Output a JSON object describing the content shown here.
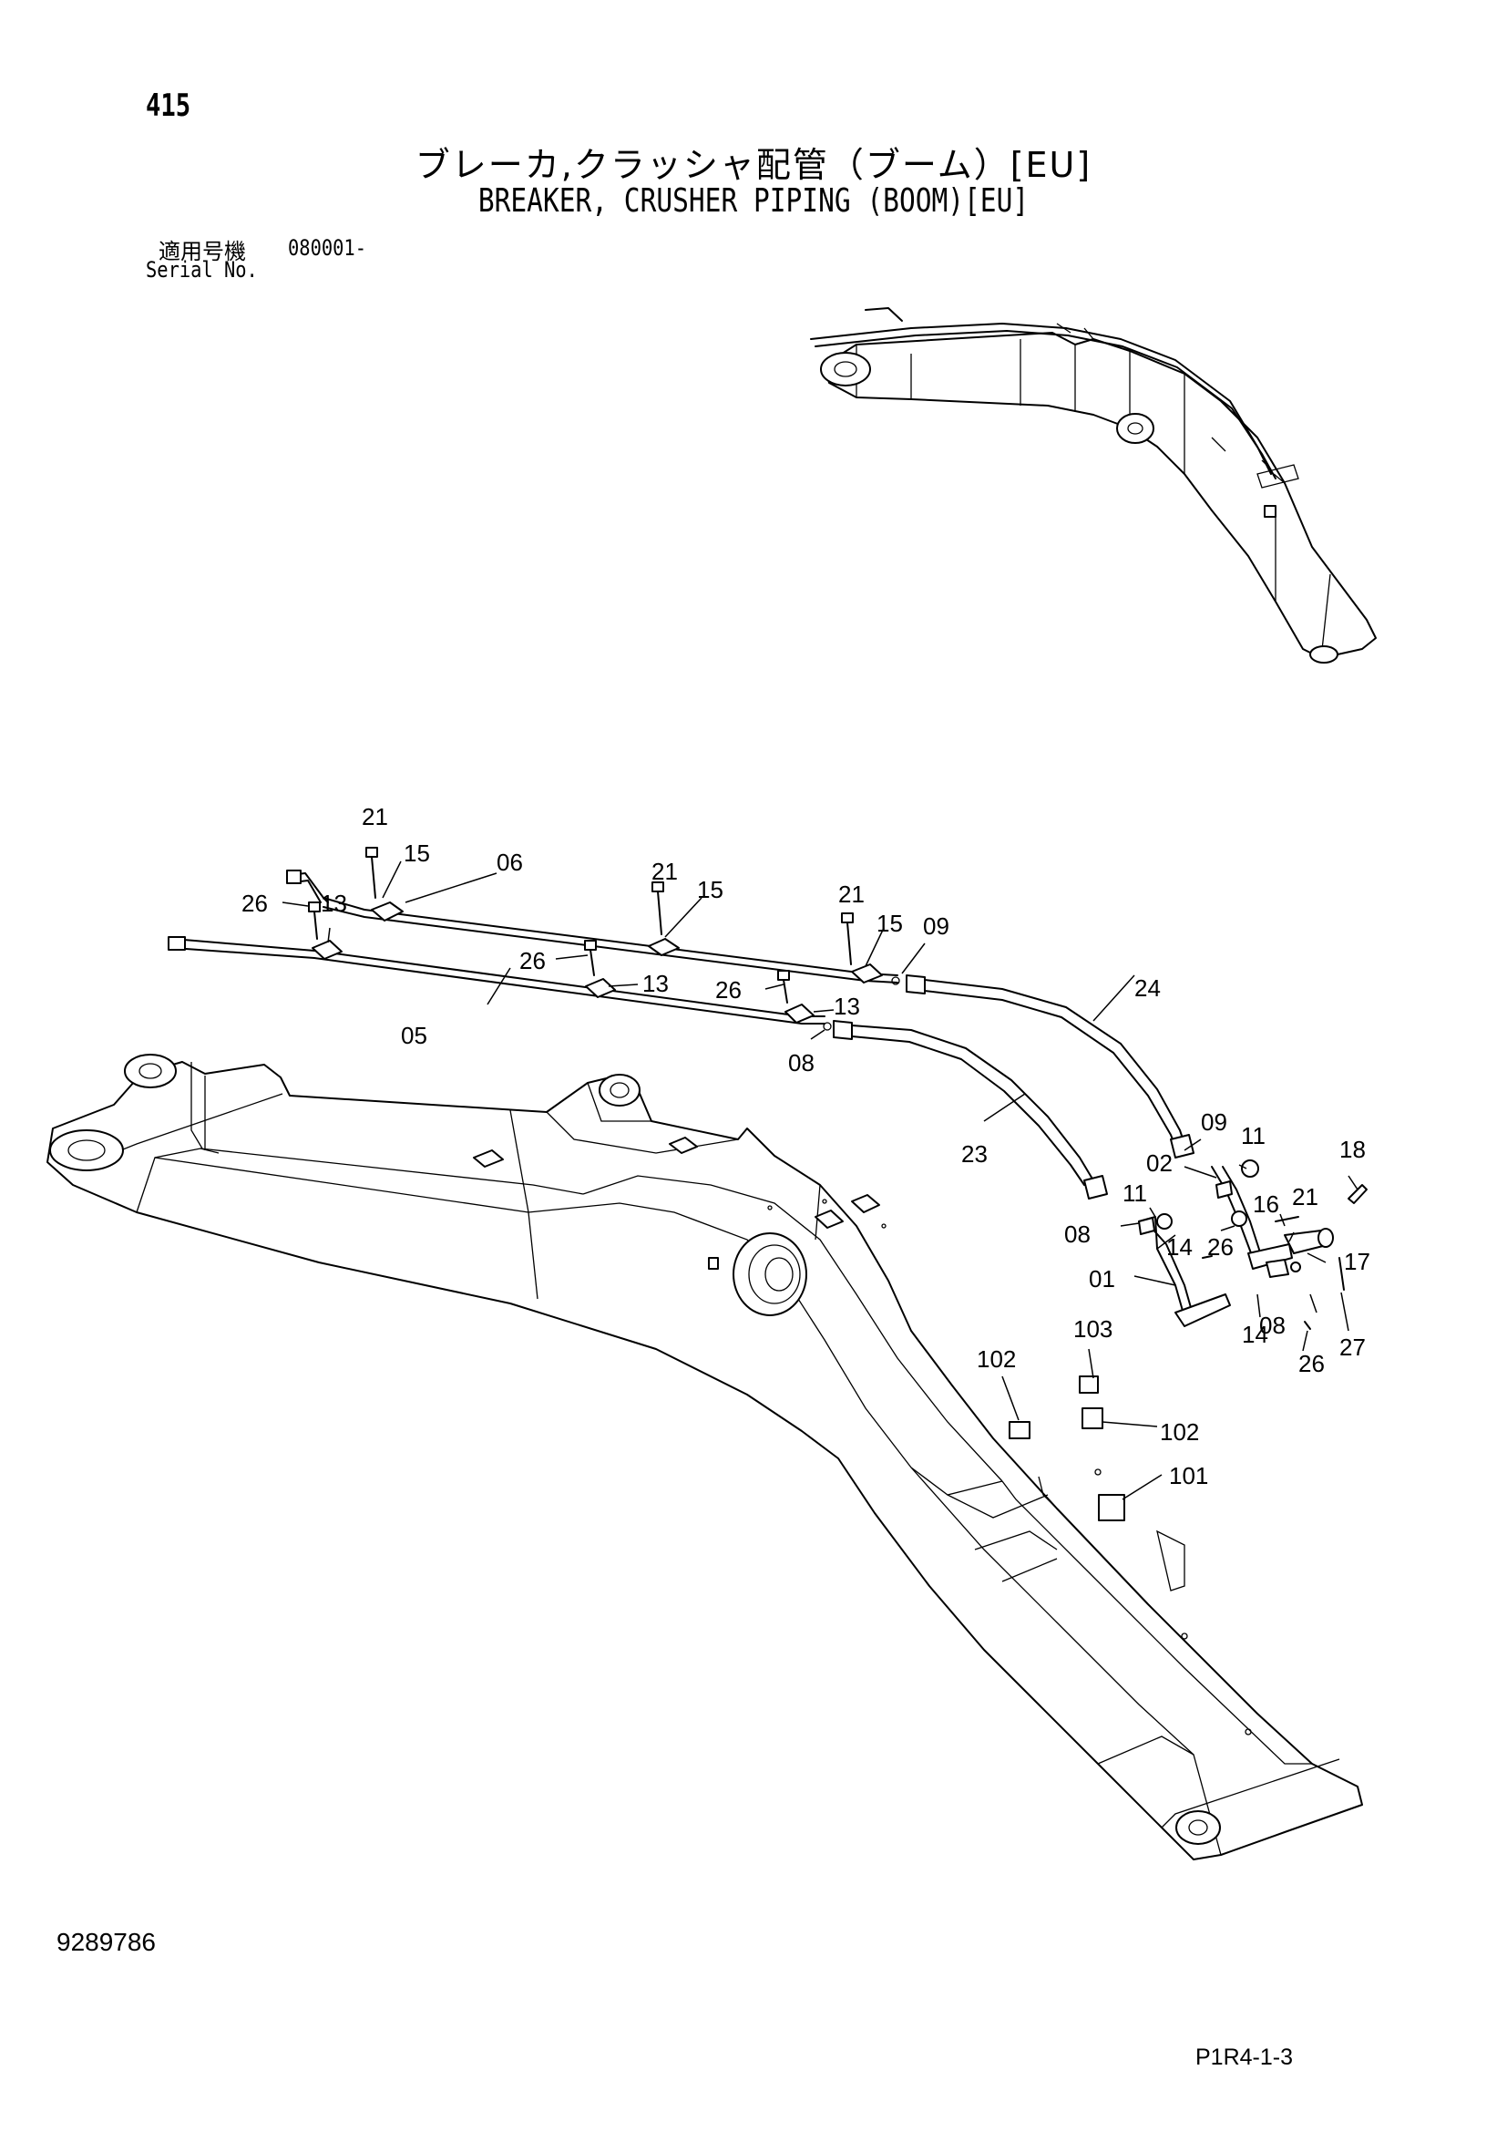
{
  "header": {
    "page_number": "415",
    "title_jp": "ブレーカ,クラッシャ配管（ブーム）[EU]",
    "title_en": "BREAKER, CRUSHER PIPING (BOOM)[EU]",
    "serial_label_jp": "適用号機",
    "serial_value": "080001-",
    "serial_label_en": "Serial No."
  },
  "footer": {
    "document_number": "9289786",
    "figure_code": "P1R4-1-3"
  },
  "callouts": [
    {
      "id": "c21a",
      "label": "21"
    },
    {
      "id": "c15a",
      "label": "15"
    },
    {
      "id": "c06",
      "label": "06"
    },
    {
      "id": "c26a",
      "label": "26"
    },
    {
      "id": "c13a",
      "label": "13"
    },
    {
      "id": "c21b",
      "label": "21"
    },
    {
      "id": "c15b",
      "label": "15"
    },
    {
      "id": "c21c",
      "label": "21"
    },
    {
      "id": "c15c",
      "label": "15"
    },
    {
      "id": "c09a",
      "label": "09"
    },
    {
      "id": "c26b",
      "label": "26"
    },
    {
      "id": "c13b",
      "label": "13"
    },
    {
      "id": "c26c",
      "label": "26"
    },
    {
      "id": "c13c",
      "label": "13"
    },
    {
      "id": "c24",
      "label": "24"
    },
    {
      "id": "c05",
      "label": "05"
    },
    {
      "id": "c08a",
      "label": "08"
    },
    {
      "id": "c23",
      "label": "23"
    },
    {
      "id": "c09b",
      "label": "09"
    },
    {
      "id": "c11a",
      "label": "11"
    },
    {
      "id": "c02",
      "label": "02"
    },
    {
      "id": "c18",
      "label": "18"
    },
    {
      "id": "c11b",
      "label": "11"
    },
    {
      "id": "c16",
      "label": "16"
    },
    {
      "id": "c21d",
      "label": "21"
    },
    {
      "id": "c08b",
      "label": "08"
    },
    {
      "id": "c14a",
      "label": "14"
    },
    {
      "id": "c26d",
      "label": "26"
    },
    {
      "id": "c17",
      "label": "17"
    },
    {
      "id": "c01",
      "label": "01"
    },
    {
      "id": "c14b",
      "label": "14"
    },
    {
      "id": "c08c",
      "label": "08"
    },
    {
      "id": "c27",
      "label": "27"
    },
    {
      "id": "c26e",
      "label": "26"
    },
    {
      "id": "c103",
      "label": "103"
    },
    {
      "id": "c102a",
      "label": "102"
    },
    {
      "id": "c102b",
      "label": "102"
    },
    {
      "id": "c101",
      "label": "101"
    }
  ]
}
